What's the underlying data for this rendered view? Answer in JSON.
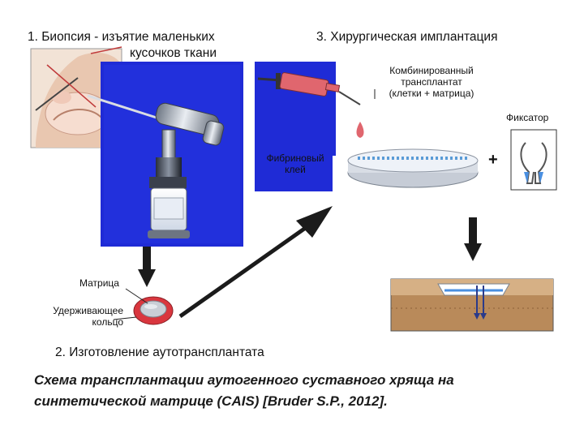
{
  "steps": {
    "biopsy_line1": "1. Биопсия - изъятие маленьких",
    "biopsy_line2": "кусочков ткани",
    "implantation": "3. Хирургическая имплантация",
    "fabrication": "2. Изготовление аутотрансплантата"
  },
  "labels": {
    "combined_graft": [
      "Комбинированный",
      "трансплантат",
      "(клетки + матрица)"
    ],
    "fixator": "Фиксатор",
    "fibrin_glue": [
      "Фибриновый",
      "клей"
    ],
    "plus": "+",
    "matrix": "Матрица",
    "holding_ring": [
      "Удерживающее",
      "кольцо"
    ]
  },
  "caption": {
    "line1": "Схема трансплантации аутогенного суставного хряща на",
    "line2": "синтетической матрице (CAIS) [Bruder S.P., 2012]."
  },
  "colors": {
    "blue_panel": "#1f2bd6",
    "syringe": "#e0666e",
    "ring": "#d9363e",
    "tissue": "#b98a5a",
    "arrow": "#1b1b1b"
  }
}
